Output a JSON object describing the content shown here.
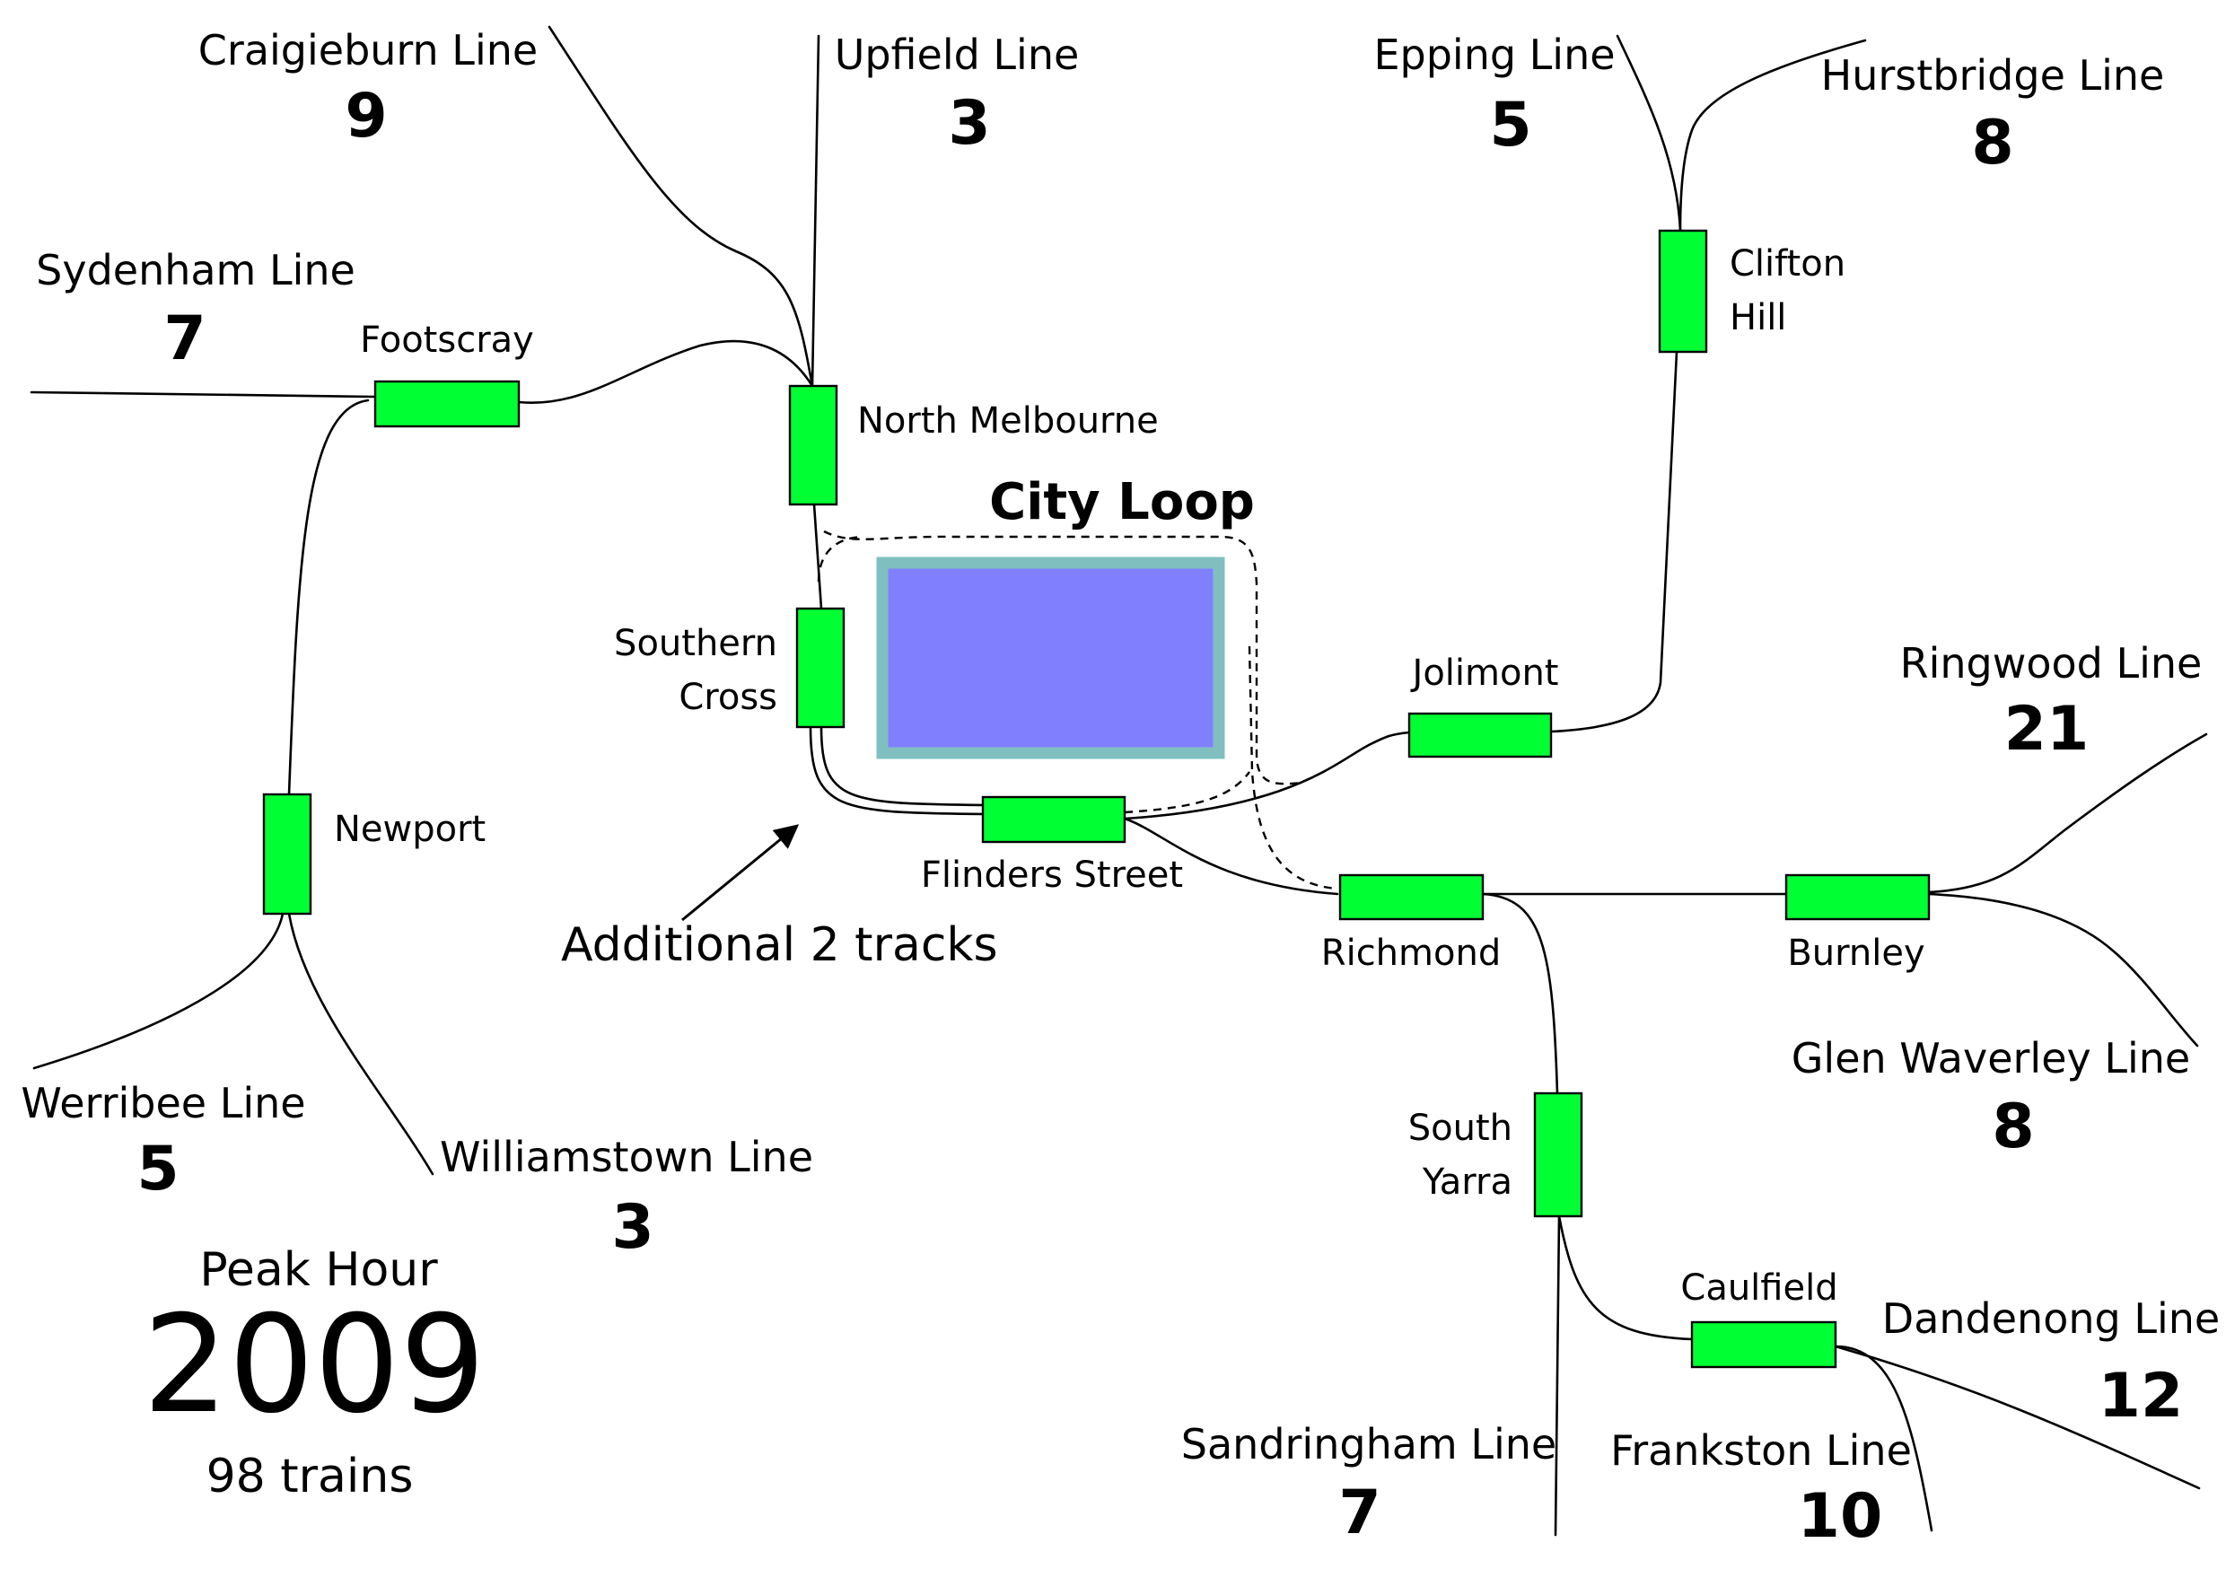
{
  "colors": {
    "station_fill": "#00ff33",
    "city_loop_fill": "#8080ff",
    "city_loop_border": "#7fbfbf",
    "track": "#000000"
  },
  "lines": [
    {
      "name": "Craigieburn Line",
      "trains": "9"
    },
    {
      "name": "Upfield Line",
      "trains": "3"
    },
    {
      "name": "Epping Line",
      "trains": "5"
    },
    {
      "name": "Hurstbridge Line",
      "trains": "8"
    },
    {
      "name": "Sydenham Line",
      "trains": "7"
    },
    {
      "name": "Ringwood Line",
      "trains": "21"
    },
    {
      "name": "Glen Waverley Line",
      "trains": "8"
    },
    {
      "name": "Werribee Line",
      "trains": "5"
    },
    {
      "name": "Williamstown Line",
      "trains": "3"
    },
    {
      "name": "Dandenong Line",
      "trains": "12"
    },
    {
      "name": "Sandringham Line",
      "trains": "7"
    },
    {
      "name": "Frankston Line",
      "trains": "10"
    }
  ],
  "stations": {
    "footscray": "Footscray",
    "north_melbourne": "North Melbourne",
    "southern_cross_1": "Southern",
    "southern_cross_2": "Cross",
    "clifton_hill_1": "Clifton",
    "clifton_hill_2": "Hill",
    "newport": "Newport",
    "jolimont": "Jolimont",
    "flinders_street": "Flinders Street",
    "richmond": "Richmond",
    "burnley": "Burnley",
    "south_yarra_1": "South",
    "south_yarra_2": "Yarra",
    "caulfield": "Caulfield"
  },
  "city_loop_label": "City Loop",
  "annotation": "Additional 2 tracks",
  "summary": {
    "peak_label": "Peak Hour",
    "year": "2009",
    "total": "98 trains"
  }
}
